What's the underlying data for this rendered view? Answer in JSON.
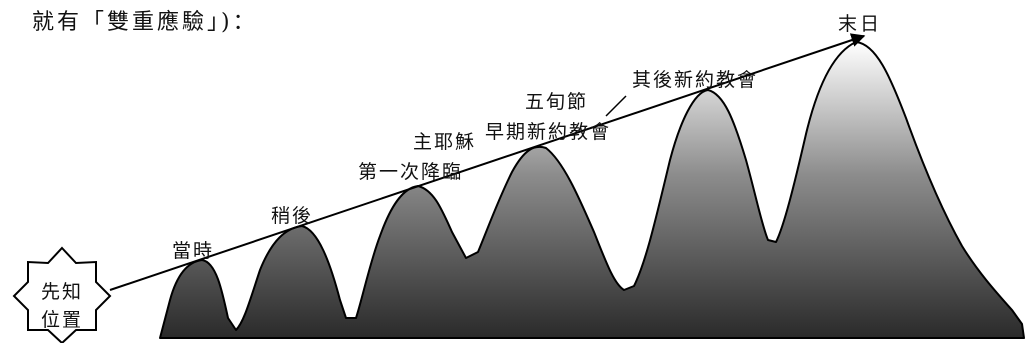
{
  "caption": "就有「雙重應驗」)：",
  "prophet_label": [
    "先知",
    "位置"
  ],
  "labels": {
    "then": "當時",
    "later": "稍後",
    "first_coming_line1": "主耶穌",
    "first_coming_line2": "第一次降臨",
    "pentecost": "五旬節",
    "early_church": "早期新約教會",
    "later_church": "其後新約教會",
    "end_times": "末日"
  },
  "colors": {
    "peak_dark": "#2a2a2a",
    "peak_light": "#ffffff",
    "line": "#000000"
  }
}
